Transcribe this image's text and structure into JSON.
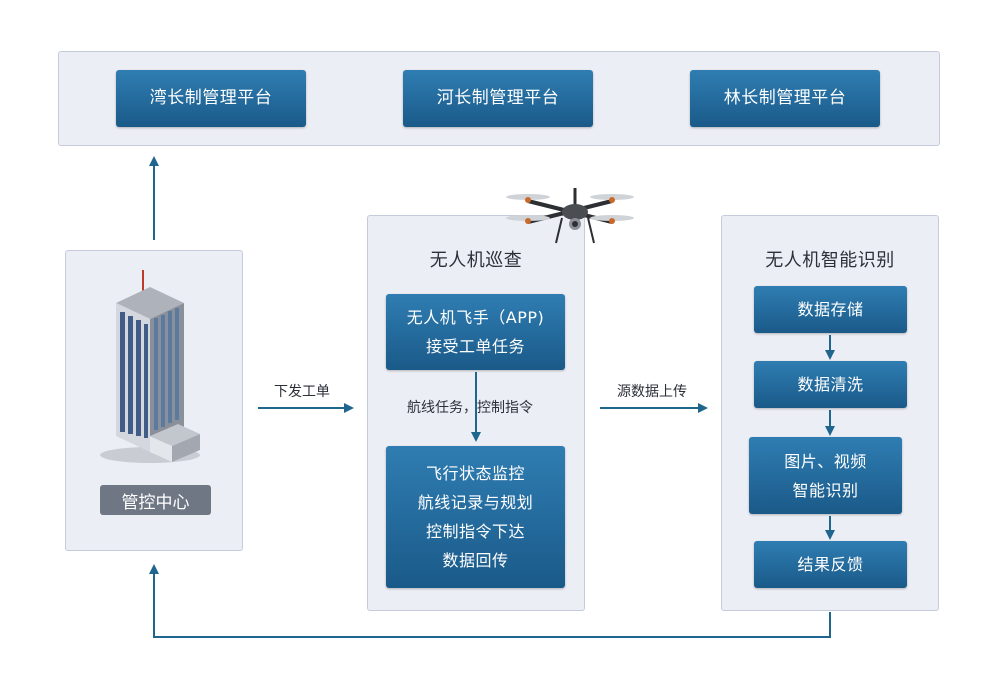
{
  "platforms": [
    {
      "label": "湾长制管理平台"
    },
    {
      "label": "河长制管理平台"
    },
    {
      "label": "林长制管理平台"
    }
  ],
  "control_center": {
    "label": "管控中心"
  },
  "patrol": {
    "title": "无人机巡查",
    "top_box": {
      "line1": "无人机飞手（APP)",
      "line2": "接受工单任务"
    },
    "arrow_label": "航线任务，控制指令",
    "bottom_box": {
      "lines": [
        "飞行状态监控",
        "航线记录与规划",
        "控制指令下达",
        "数据回传"
      ]
    }
  },
  "recognition": {
    "title": "无人机智能识别",
    "steps": [
      {
        "line1": "数据存储"
      },
      {
        "line1": "数据清洗"
      },
      {
        "line1": "图片、视频",
        "line2": "智能识别"
      },
      {
        "line1": "结果反馈"
      }
    ]
  },
  "flow_labels": {
    "issue_order": "下发工单",
    "upload_data": "源数据上传"
  },
  "colors": {
    "accent": "#1f668f",
    "button": "#23689c",
    "panel": "#eceef5",
    "label_bg": "#707784"
  },
  "icons": {
    "building": "office-building-icon",
    "drone": "quadcopter-drone-icon"
  }
}
